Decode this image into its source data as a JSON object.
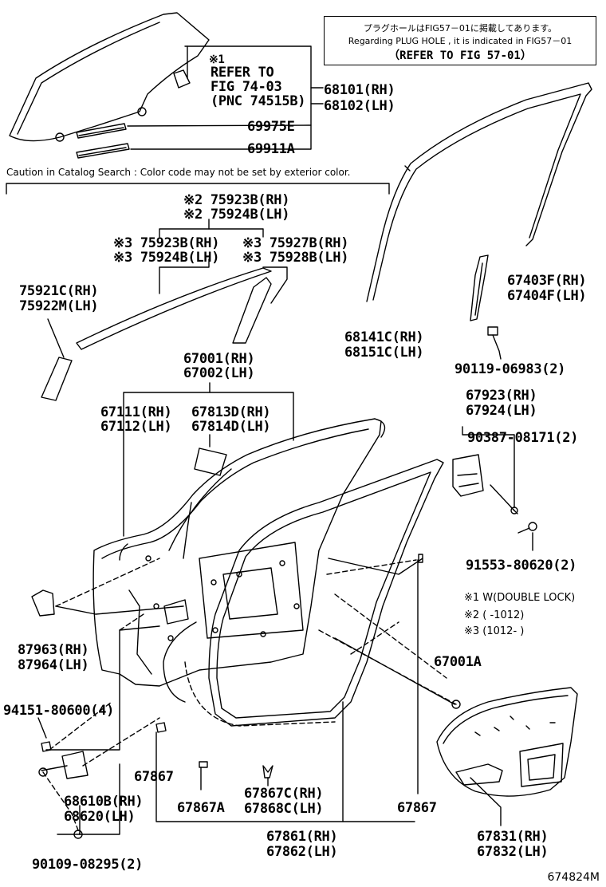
{
  "note": {
    "jp": "プラグホールはFIG57－01に掲載してあります。",
    "en": "Regarding PLUG HOLE , it is indicated in FIG57－01",
    "ref": "（REFER TO FIG 57-01）"
  },
  "caution": "Caution in Catalog Search : Color code may not be set by exterior color.",
  "figure_id": "674824M",
  "legend": [
    "※1 W(DOUBLE LOCK)",
    "※2 (    -1012)",
    "※3 (1012-    )"
  ],
  "refer": {
    "mark": "※1",
    "line1": "REFER TO",
    "line2": "FIG 74-03",
    "line3": "(PNC 74515B)"
  },
  "parts": {
    "p68101": "68101(RH)",
    "p68102": "68102(LH)",
    "p69975E": "69975E",
    "p69911A": "69911A",
    "p75923B_2": "※2 75923B(RH)",
    "p75924B_2": "※2 75924B(LH)",
    "p75923B_3": "※3 75923B(RH)",
    "p75924B_3": "※3 75924B(LH)",
    "p75927B": "※3 75927B(RH)",
    "p75928B": "※3 75928B(LH)",
    "p75921C": "75921C(RH)",
    "p75922M": "75922M(LH)",
    "p68141C": "68141C(RH)",
    "p68151C": "68151C(LH)",
    "p67403F": "67403F(RH)",
    "p67404F": "67404F(LH)",
    "p90119": "90119-06983(2)",
    "p67001": "67001(RH)",
    "p67002": "67002(LH)",
    "p67111": "67111(RH)",
    "p67112": "67112(LH)",
    "p67813D": "67813D(RH)",
    "p67814D": "67814D(LH)",
    "p67923": "67923(RH)",
    "p67924": "67924(LH)",
    "p90387": "90387-08171(2)",
    "p91553": "91553-80620(2)",
    "p87963": "87963(RH)",
    "p87964": "87964(LH)",
    "p67001A": "67001A",
    "p94151": "94151-80600(4)",
    "p67867_l": "67867",
    "p67867A": "67867A",
    "p67867C": "67867C(RH)",
    "p67868C": "67868C(LH)",
    "p67867_r": "67867",
    "p68610B": "68610B(RH)",
    "p68620": "68620(LH)",
    "p67861": "67861(RH)",
    "p67862": "67862(LH)",
    "p67831": "67831(RH)",
    "p67832": "67832(LH)",
    "p90109": "90109-08295(2)"
  }
}
